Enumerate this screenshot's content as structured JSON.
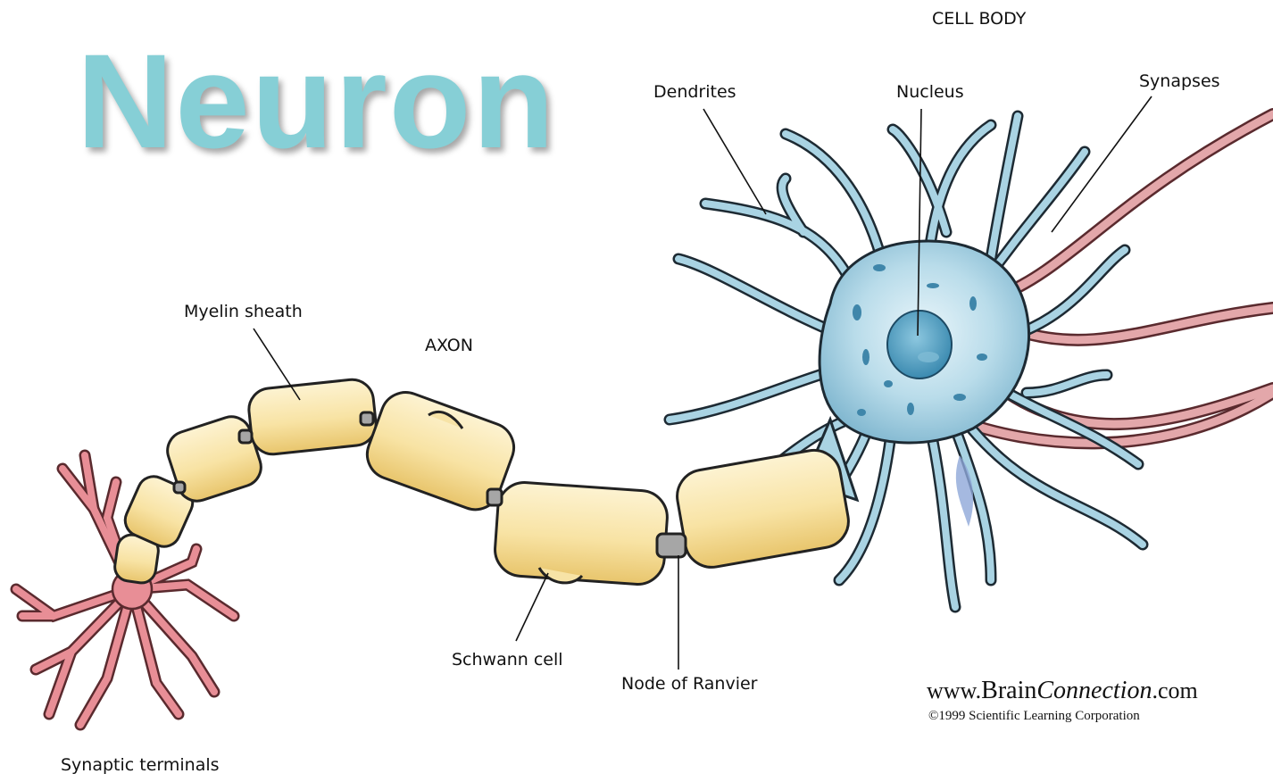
{
  "title": "Neuron",
  "labels": {
    "cell_body": "CELL BODY",
    "dendrites": "Dendrites",
    "nucleus": "Nucleus",
    "synapses": "Synapses",
    "myelin_sheath": "Myelin sheath",
    "axon": "AXON",
    "schwann_cell": "Schwann cell",
    "node_of_ranvier": "Node of Ranvier",
    "synaptic_terminals": "Synaptic terminals"
  },
  "credit": {
    "prefix": "www.",
    "brain": "Brain",
    "connection": "Connection",
    "suffix": ".com",
    "copyright": "©1999 Scientific Learning Corporation"
  },
  "colors": {
    "title": "#86cfd6",
    "cell_body": "#a9d3e3",
    "nucleus": "#4f9ec0",
    "myelin": "#f7e3a6",
    "node": "#a6a6a6",
    "terminals": "#e88e96",
    "incoming_axons": "#e3a7aa"
  }
}
